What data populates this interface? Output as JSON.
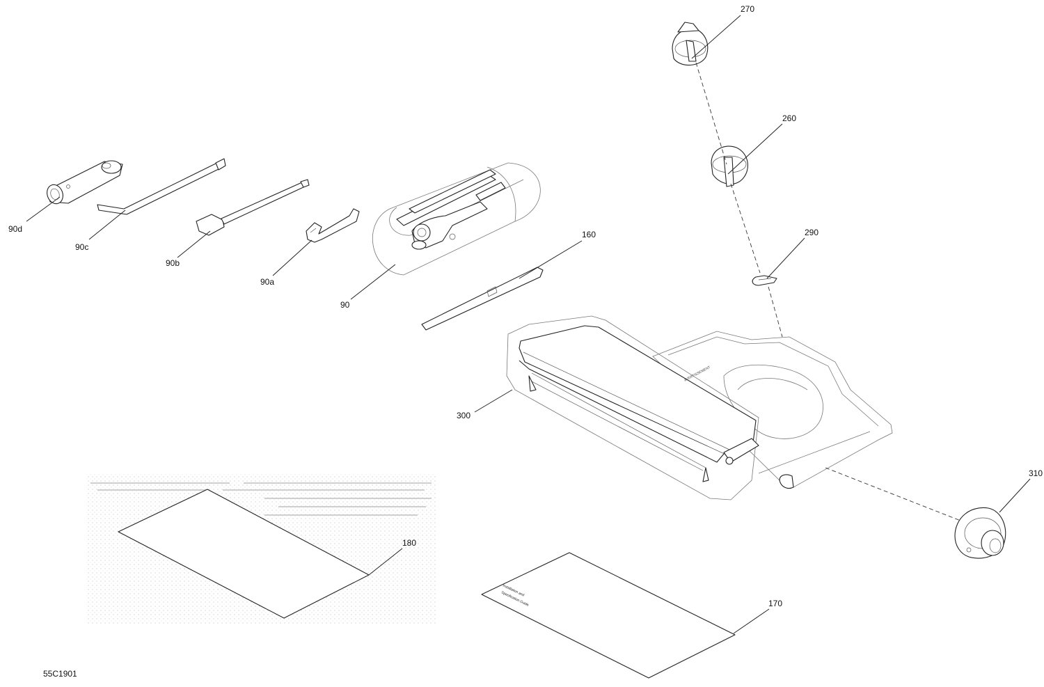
{
  "drawing_code": "55C1901",
  "callouts": [
    {
      "id": "c270",
      "text": "270"
    },
    {
      "id": "c260",
      "text": "260"
    },
    {
      "id": "c290",
      "text": "290"
    },
    {
      "id": "c160",
      "text": "160"
    },
    {
      "id": "c90d",
      "text": "90d"
    },
    {
      "id": "c90c",
      "text": "90c"
    },
    {
      "id": "c90b",
      "text": "90b"
    },
    {
      "id": "c90a",
      "text": "90a"
    },
    {
      "id": "c90",
      "text": "90"
    },
    {
      "id": "c300",
      "text": "300"
    },
    {
      "id": "c310",
      "text": "310"
    },
    {
      "id": "c180",
      "text": "180"
    },
    {
      "id": "c170",
      "text": "170"
    }
  ],
  "colors": {
    "line": "#222222",
    "background": "#ffffff",
    "stipple": "#bbbbbb"
  }
}
